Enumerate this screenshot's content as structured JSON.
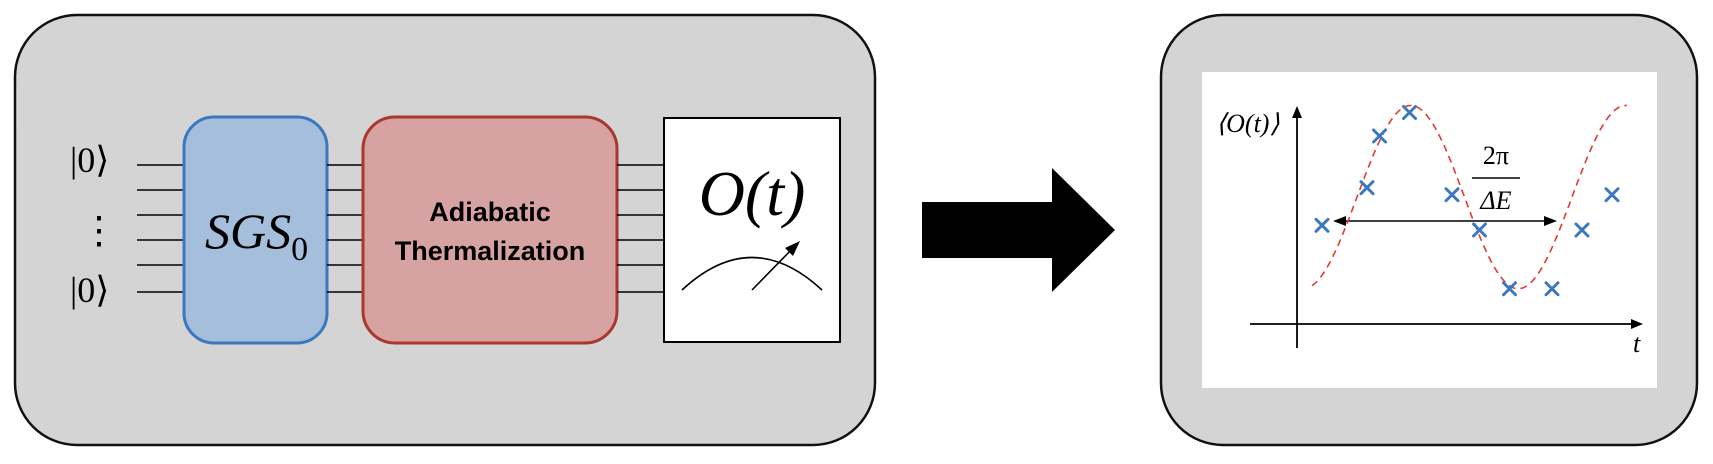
{
  "circuit": {
    "input_top": "|0⟩",
    "input_dots": "⋮",
    "input_bottom": "|0⟩",
    "sgs_label_main": "SGS",
    "sgs_label_sub": "0",
    "thermalization_line1": "Adiabatic",
    "thermalization_line2": "Thermalization",
    "measure_label": "O(t)"
  },
  "plot": {
    "ylabel": "⟨O(t)⟩",
    "xlabel": "t",
    "period_numerator": "2π",
    "period_denominator": "ΔE"
  },
  "colors": {
    "panel_fill": "#d4d4d4",
    "sgs_fill": "#a4bedb",
    "sgs_stroke": "#3a78c0",
    "therm_fill": "#d6a2a2",
    "therm_stroke": "#a8392c",
    "marker": "#3a78c0",
    "fit_curve": "#e03c31"
  },
  "chart_data": {
    "type": "scatter",
    "x": [
      0.1,
      0.28,
      0.33,
      0.45,
      0.62,
      0.73,
      0.85,
      1.02,
      1.14,
      1.26
    ],
    "y": [
      0.42,
      0.58,
      0.8,
      0.9,
      0.55,
      0.4,
      0.15,
      0.15,
      0.4,
      0.55
    ],
    "fit": "dashed sinusoid",
    "ylabel": "⟨O(t)⟩",
    "xlabel": "t",
    "annotation": "2π/ΔE"
  }
}
